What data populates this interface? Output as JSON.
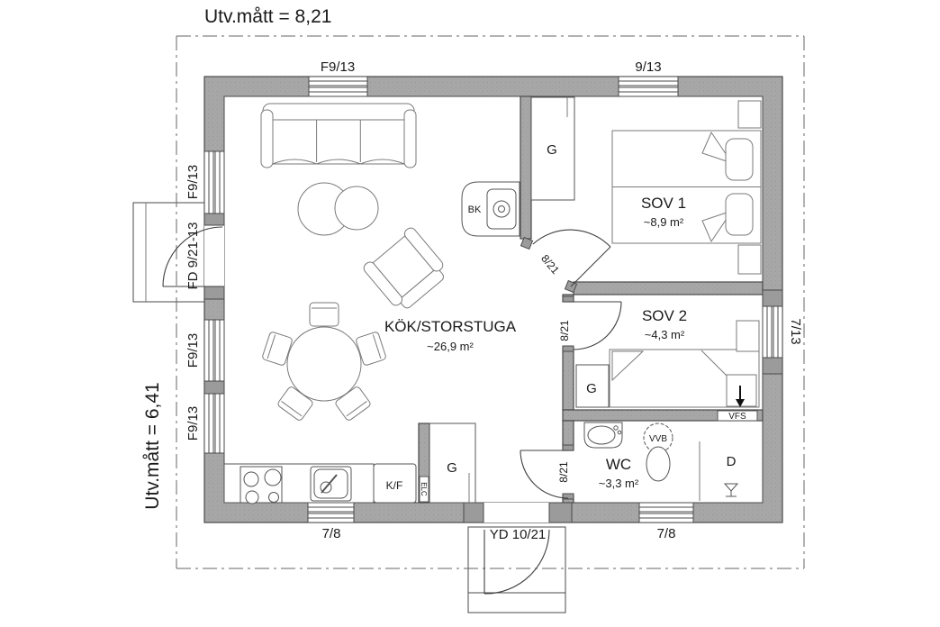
{
  "plan": {
    "dim_top": "Utv.mått = 8,21",
    "dim_left": "Utv.mått = 6,41"
  },
  "rooms": {
    "main_name": "KÖK/STORSTUGA",
    "main_area": "~26,9 m²",
    "sov1_name": "SOV 1",
    "sov1_area": "~8,9 m²",
    "sov2_name": "SOV 2",
    "sov2_area": "~4,3 m²",
    "wc_name": "WC",
    "wc_area": "~3,3 m²"
  },
  "windows": {
    "top1": "F9/13",
    "top2": "9/13",
    "left1": "F9/13",
    "left2": "F9/13",
    "left3": "F9/13",
    "right1": "7/13",
    "bottom1": "7/8",
    "bottom2": "7/8"
  },
  "doors": {
    "entry": "FD 9/21-13",
    "yard": "YD 10/21",
    "sov1": "8/21",
    "sov2": "8/21",
    "wc": "8/21"
  },
  "fixtures": {
    "closet": "G",
    "wood_stove": "BK",
    "fridge_freezer": "K/F",
    "electrical_cabinet": "ELC",
    "shower": "D",
    "water_heater": "VVB",
    "vent": "VFS"
  },
  "colors": {
    "wall_fill": "#a7a7a7",
    "wall_line": "#4a4a4a",
    "furniture_line": "#7a7a7a",
    "text": "#1a1a1a",
    "background": "#ffffff"
  }
}
